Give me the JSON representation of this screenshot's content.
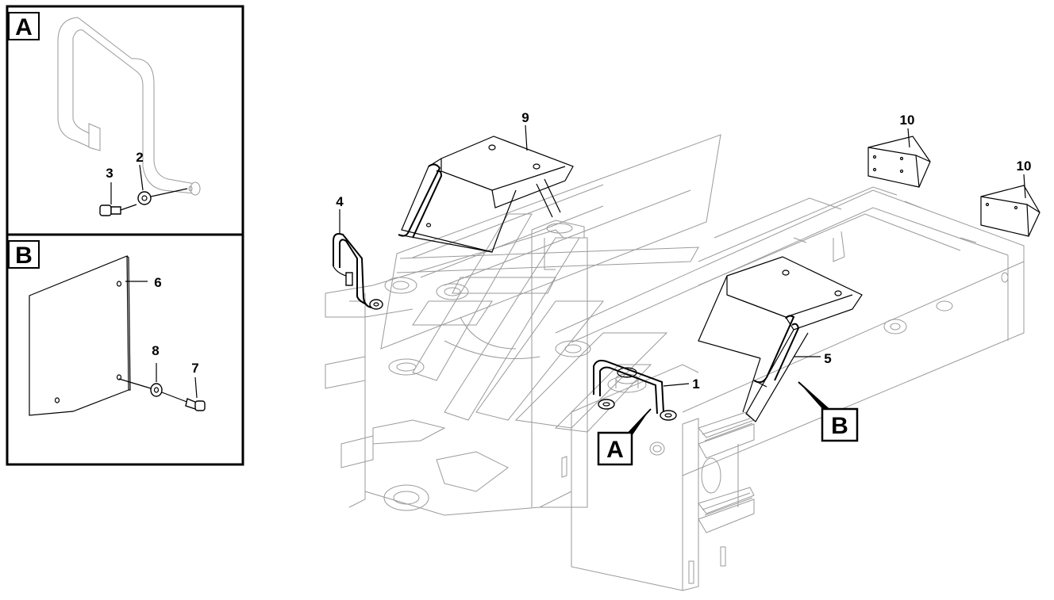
{
  "callouts": {
    "c1": "1",
    "c2": "2",
    "c3": "3",
    "c4": "4",
    "c5": "5",
    "c6": "6",
    "c7": "7",
    "c8": "8",
    "c9": "9",
    "c10a": "10",
    "c10b": "10"
  },
  "views": {
    "a_label": "A",
    "b_label": "B",
    "a_pointer": "A",
    "b_pointer": "B"
  }
}
